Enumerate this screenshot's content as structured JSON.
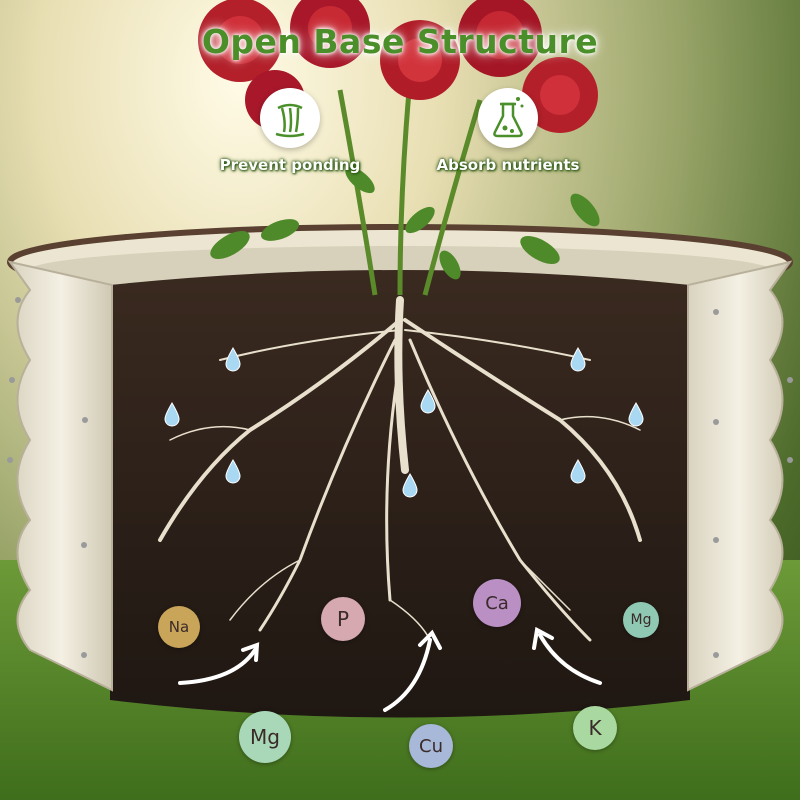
{
  "title": "Open Base Structure",
  "features": [
    {
      "label": "Prevent ponding",
      "icon": "water-drain-icon"
    },
    {
      "label": "Absorb nutrients",
      "icon": "flask-icon"
    }
  ],
  "nutrients": [
    {
      "symbol": "Na",
      "color": "#c9a55a"
    },
    {
      "symbol": "P",
      "color": "#d6a8b0"
    },
    {
      "symbol": "Ca",
      "color": "#b98fc4"
    },
    {
      "symbol": "Mg",
      "color": "#8fc9b4"
    },
    {
      "symbol": "Mg",
      "color": "#a9d8b8"
    },
    {
      "symbol": "Cu",
      "color": "#a8b8d8"
    },
    {
      "symbol": "K",
      "color": "#a9d8a0"
    }
  ],
  "colors": {
    "accent": "#4a8f2a",
    "soil": "#2b1f18",
    "planter": "#ece7d6"
  }
}
